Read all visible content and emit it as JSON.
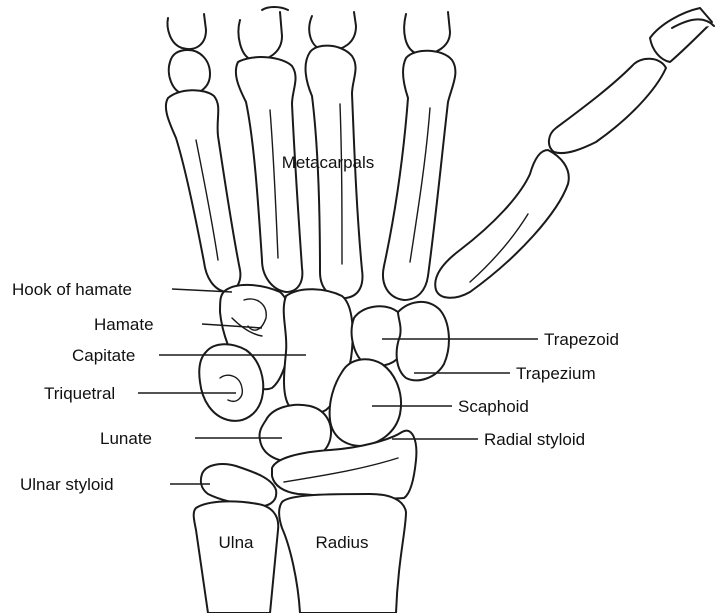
{
  "labels": {
    "metacarpals": "Metacarpals",
    "hook_of_hamate": "Hook of hamate",
    "hamate": "Hamate",
    "capitate": "Capitate",
    "triquetral": "Triquetral",
    "lunate": "Lunate",
    "ulnar_styloid": "Ulnar styloid",
    "trapezoid": "Trapezoid",
    "trapezium": "Trapezium",
    "scaphoid": "Scaphoid",
    "radial_styloid": "Radial styloid",
    "ulna": "Ulna",
    "radius": "Radius"
  }
}
